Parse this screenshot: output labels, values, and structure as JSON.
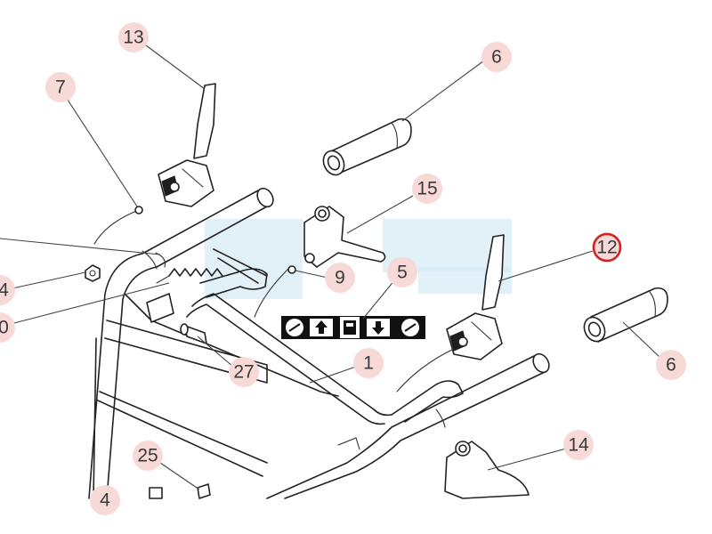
{
  "diagram": {
    "bubble_color": "#f7d9d8",
    "highlight_color": "#cc2222",
    "watermark_color": "#cfe6f2",
    "callouts": [
      {
        "id": "c13",
        "label": "13",
        "highlighted": false
      },
      {
        "id": "c7",
        "label": "7",
        "highlighted": false
      },
      {
        "id": "c6a",
        "label": "6",
        "highlighted": false
      },
      {
        "id": "c15",
        "label": "15",
        "highlighted": false
      },
      {
        "id": "c12",
        "label": "12",
        "highlighted": true
      },
      {
        "id": "c4a",
        "label": "4",
        "highlighted": false
      },
      {
        "id": "c9",
        "label": "9",
        "highlighted": false
      },
      {
        "id": "c5",
        "label": "5",
        "highlighted": false
      },
      {
        "id": "c10",
        "label": "0",
        "highlighted": false
      },
      {
        "id": "c6b",
        "label": "6",
        "highlighted": false
      },
      {
        "id": "c27",
        "label": "27",
        "highlighted": false
      },
      {
        "id": "c1",
        "label": "1",
        "highlighted": false
      },
      {
        "id": "c25",
        "label": "25",
        "highlighted": false
      },
      {
        "id": "c14",
        "label": "14",
        "highlighted": false
      },
      {
        "id": "c4b",
        "label": "4",
        "highlighted": false
      }
    ],
    "decal_icons": [
      "wrench-icon",
      "arrow-up-icon",
      "engine-icon",
      "arrow-down-icon",
      "gauge-icon"
    ]
  }
}
